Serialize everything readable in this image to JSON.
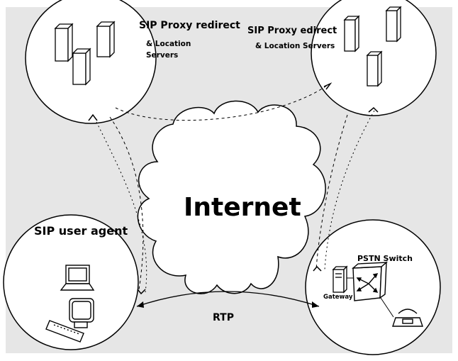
{
  "labels": {
    "proxy_left_title": "SIP Proxy redirect",
    "proxy_left_sub1": "& Location",
    "proxy_left_sub2": "Servers",
    "proxy_right_title": "SIP Proxy edirect",
    "proxy_right_sub": "& Location Servers",
    "internet": "Internet",
    "user_agent": "SIP user agent",
    "pstn_switch": "PSTN Switch",
    "gateway": "Gateway",
    "rtp": "RTP"
  },
  "colors": {
    "background": "#e6e6e6",
    "stroke": "#000000",
    "fill": "#ffffff"
  }
}
